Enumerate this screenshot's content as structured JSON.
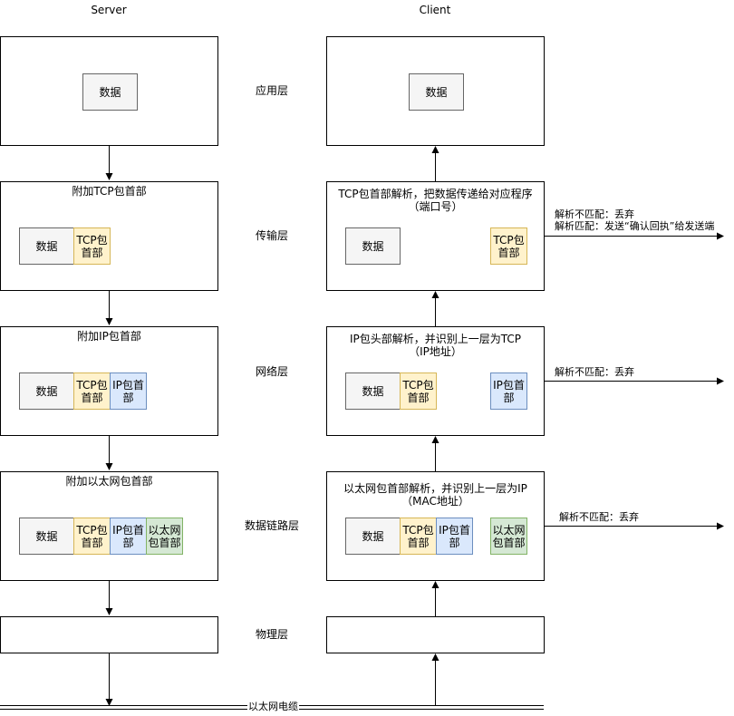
{
  "headers": {
    "server": "Server",
    "client": "Client"
  },
  "layers": {
    "application": "应用层",
    "transport": "传输层",
    "network": "网络层",
    "datalink": "数据链路层",
    "physical": "物理层"
  },
  "server": {
    "transport_title": "附加TCP包首部",
    "network_title": "附加IP包首部",
    "datalink_title": "附加以太网包首部"
  },
  "client": {
    "transport_title": "TCP包首部解析，把数据传递给对应程序\n（端口号）",
    "network_title": "IP包头部解析，并识别上一层为TCP\n（IP地址）",
    "datalink_title": "以太网包首部解析，并识别上一层为IP\n（MAC地址）"
  },
  "cells": {
    "data": "数据",
    "tcp": "TCP包\n首部",
    "ip": "IP包首\n部",
    "eth": "以太网\n包首部"
  },
  "notes": {
    "transport": "解析不匹配：丢弃\n解析匹配：发送“确认回执”给发送端",
    "network": "解析不匹配：丢弃",
    "datalink": "解析不匹配：丢弃"
  },
  "cable": "以太网电缆"
}
